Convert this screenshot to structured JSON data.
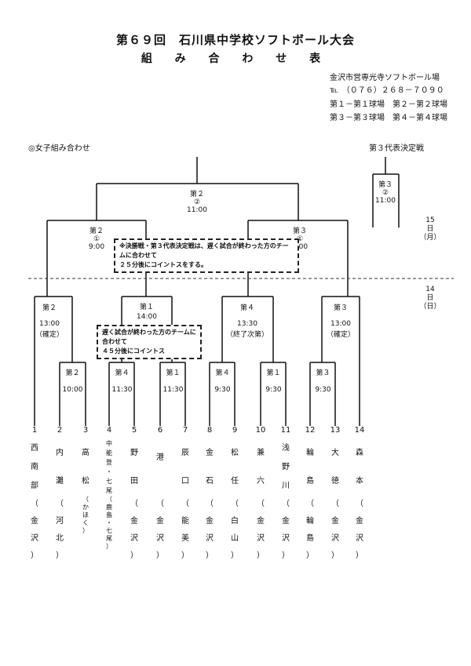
{
  "header": {
    "title": "第６９回　石川県中学校ソフトボール大会",
    "subtitle": "組 み 合 わ せ 表",
    "venue": "金沢市営専光寺ソフトボール場",
    "tel": "℡　（０７６）２６８－７０９０",
    "fields_1": "第１－第１球場　第２－第２球場",
    "fields_2": "第３－第３球場　第４－第４球場"
  },
  "left_heading": "◎女子組み合わせ",
  "right_heading": "第３代表決定戦",
  "third_place": {
    "field": "第３",
    "no": "②",
    "time": "11:00"
  },
  "final": {
    "field": "第２",
    "no": "②",
    "time": "11:00"
  },
  "semis": [
    {
      "field": "第２",
      "no": "①",
      "time": "9:00"
    },
    {
      "field": "第３",
      "no": "①",
      "time": "9:00"
    }
  ],
  "day15": {
    "day": "15",
    "unit": "日",
    "weekday": "（月）"
  },
  "day14": {
    "day": "14",
    "unit": "日",
    "weekday": "（日）"
  },
  "note_top": {
    "line1": "※決勝戦・第３代表決定戦は、遅く試合が終わった方のチームに合わせて",
    "line2": "２５分後にコイントスをする。"
  },
  "note_mid": {
    "line1": "遅く試合が終わった方のチームに合わせて",
    "line2": "４５分後にコイントス"
  },
  "qf": [
    {
      "field": "第２",
      "time": "13:00",
      "extra": "（確定）"
    },
    {
      "field": "第１",
      "time": "14:00",
      "extra": ""
    },
    {
      "field": "第４",
      "time": "13:30",
      "extra": "（終了次第）"
    },
    {
      "field": "第３",
      "time": "13:00",
      "extra": "（確定）"
    }
  ],
  "r1": [
    {
      "field": "第２",
      "time": "10:00"
    },
    {
      "field": "第４",
      "time": "11:30"
    },
    {
      "field": "第１",
      "time": "11:30"
    },
    {
      "field": "第４",
      "time": "9:30"
    },
    {
      "field": "第１",
      "time": "9:30"
    },
    {
      "field": "第３",
      "time": "9:30"
    }
  ],
  "teams": [
    {
      "no": "1",
      "name": "西南部",
      "area": "（金沢）"
    },
    {
      "no": "2",
      "name": "内灘",
      "area": "（河北）"
    },
    {
      "no": "3",
      "name": "高松",
      "area": "（かほく）"
    },
    {
      "no": "4",
      "name": "中能登・七尾",
      "area": "（鹿島・七尾）"
    },
    {
      "no": "5",
      "name": "野田",
      "area": "（金沢）"
    },
    {
      "no": "6",
      "name": "港",
      "area": "（金沢）"
    },
    {
      "no": "7",
      "name": "辰口",
      "area": "（能美）"
    },
    {
      "no": "8",
      "name": "金石",
      "area": "（金沢）"
    },
    {
      "no": "9",
      "name": "松任",
      "area": "（白山）"
    },
    {
      "no": "10",
      "name": "兼六",
      "area": "（金沢）"
    },
    {
      "no": "11",
      "name": "浅野川",
      "area": "（金沢）"
    },
    {
      "no": "12",
      "name": "輪島",
      "area": "（輪島）"
    },
    {
      "no": "13",
      "name": "大徳",
      "area": "（金沢）"
    },
    {
      "no": "14",
      "name": "森本",
      "area": "（金沢）"
    }
  ]
}
